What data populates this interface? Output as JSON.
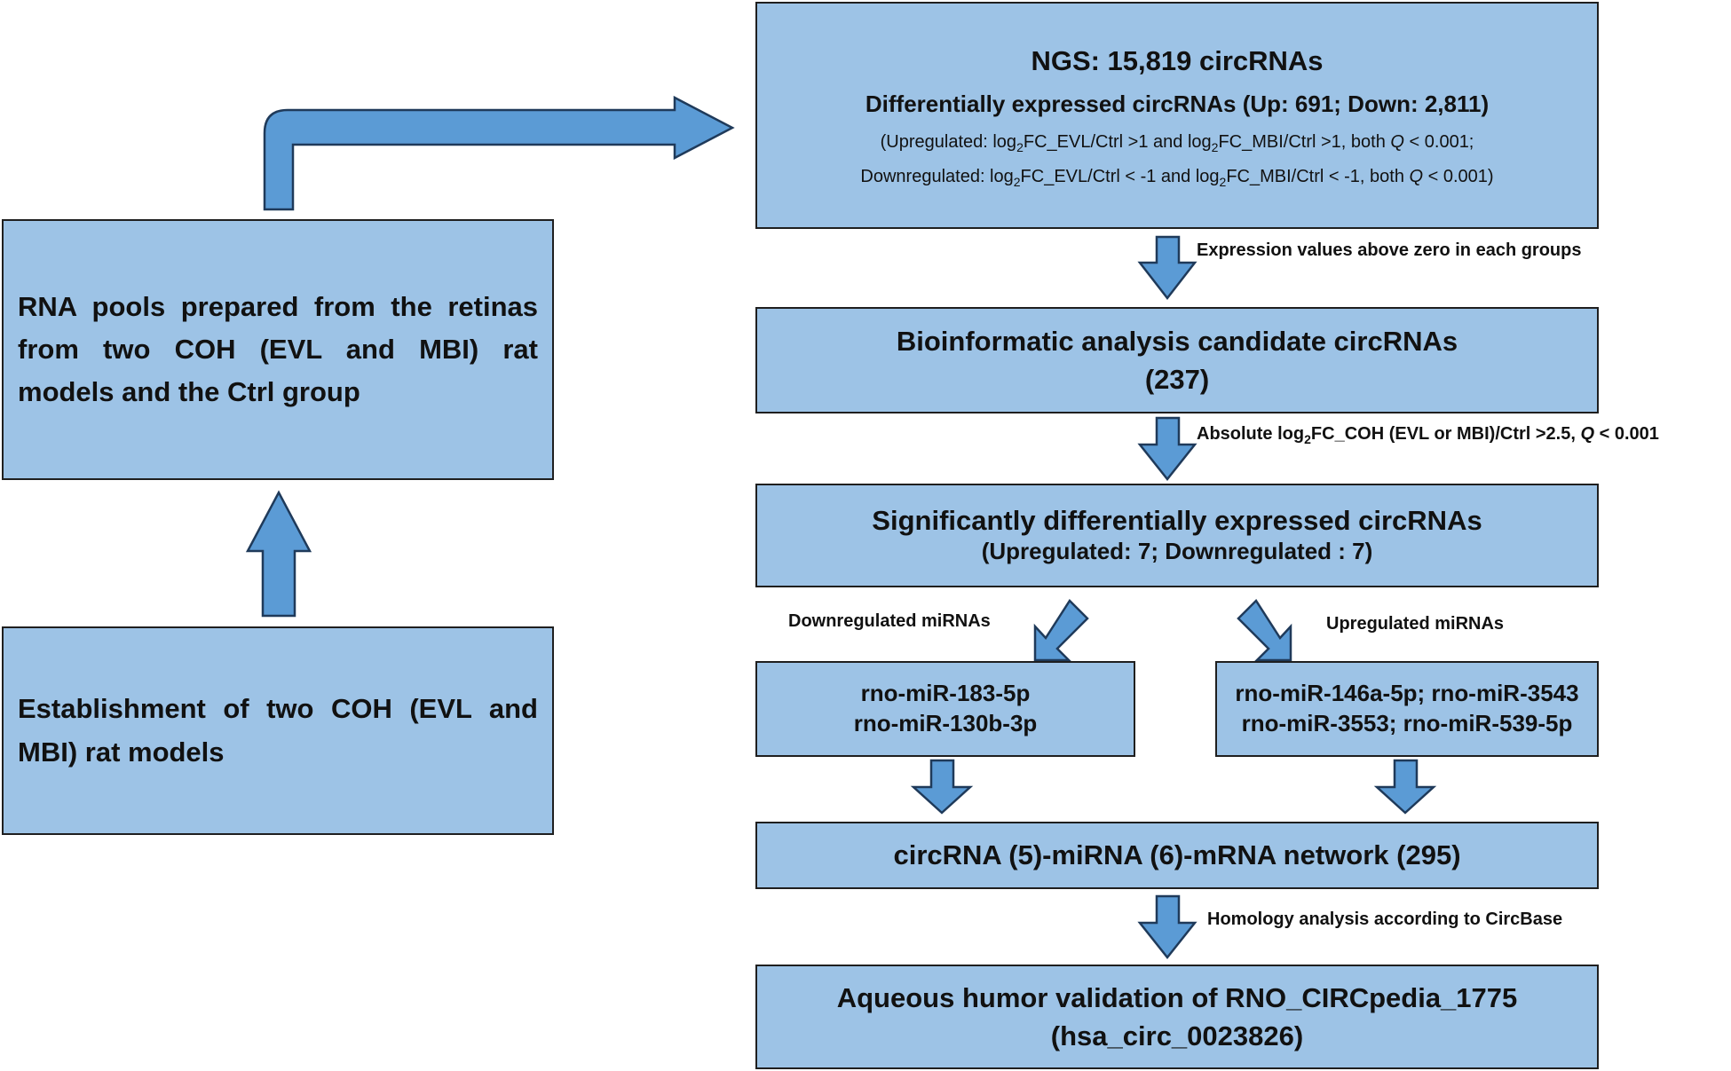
{
  "left": {
    "rna_pools": "RNA pools prepared from the retinas from two COH (EVL and MBI) rat models and the Ctrl  group",
    "establishment": "Establishment of two COH (EVL and MBI) rat models"
  },
  "ngs": {
    "title": "NGS: 15,819 circRNAs",
    "subtitle": "Differentially  expressed circRNAs (Up: 691; Down: 2,811)",
    "up_prefix": "(Upregulated:  log",
    "sub2": "2",
    "up_a": "FC_EVL/Ctrl  >1 and log",
    "up_b": "FC_MBI/Ctrl  >1, both ",
    "q": "Q",
    "up_end": " < 0.001;",
    "down_prefix": "Downregulated:  log",
    "down_a": "FC_EVL/Ctrl  < -1 and log",
    "down_b": "FC_MBI/Ctrl  < -1, both ",
    "down_end": " < 0.001)"
  },
  "labels": {
    "expression": "Expression  values above zero in each groups",
    "absolute_prefix": "Absolute  log",
    "absolute_mid": "FC_COH (EVL or MBI)/Ctrl >2.5, ",
    "absolute_end": " < 0.001",
    "down_mirnas": "Downregulated  miRNAs",
    "up_mirnas": "Upregulated miRNAs",
    "homology": "Homology  analysis  according to CircBase"
  },
  "bioinf": {
    "line1": "Bioinformatic analysis candidate circRNAs",
    "line2": "(237)"
  },
  "signif": {
    "line1": "Significantly differentially expressed circRNAs",
    "line2": "(Upregulated: 7; Downregulated : 7)"
  },
  "mirna_down": {
    "line1": "rno-miR-183-5p",
    "line2": "rno-miR-130b-3p"
  },
  "mirna_up": {
    "line1": "rno-miR-146a-5p; rno-miR-3543",
    "line2": "rno-miR-3553; rno-miR-539-5p"
  },
  "network": "circRNA (5)-miRNA (6)-mRNA network (295)",
  "aqueous": {
    "line1": "Aqueous humor validation of RNO_CIRCpedia_1775",
    "line2": "(hsa_circ_0023826)"
  },
  "colors": {
    "box_fill": "#9dc3e6",
    "arrow_fill": "#5b9bd5",
    "border": "#1f1f1f"
  }
}
